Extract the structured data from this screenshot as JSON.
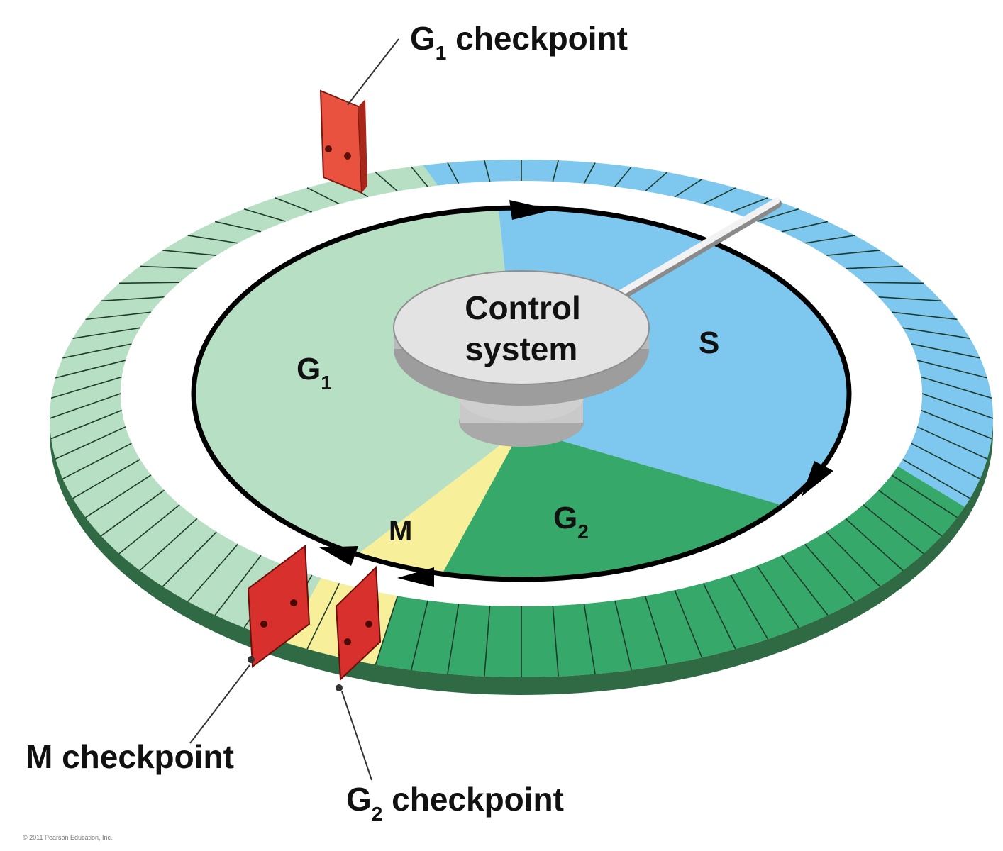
{
  "title_labels": {
    "g1_checkpoint": {
      "main": "G",
      "sub": "1",
      "rest": " checkpoint"
    },
    "m_checkpoint": {
      "main": "M checkpoint"
    },
    "g2_checkpoint": {
      "main": "G",
      "sub": "2",
      "rest": " checkpoint"
    }
  },
  "center": {
    "line1": "Control",
    "line2": "system"
  },
  "phases": {
    "g1": {
      "main": "G",
      "sub": "1"
    },
    "s": {
      "main": "S"
    },
    "g2": {
      "main": "G",
      "sub": "2"
    },
    "m": {
      "main": "M"
    }
  },
  "copyright": "© 2011 Pearson Education, Inc.",
  "colors": {
    "g1": "#b7dfc3",
    "s": "#7ec8ef",
    "g2": "#36a96a",
    "m": "#f7ef9a",
    "checkpoint": "#d8302c",
    "dial": "#d9d9d9",
    "arrow": "#000000"
  }
}
